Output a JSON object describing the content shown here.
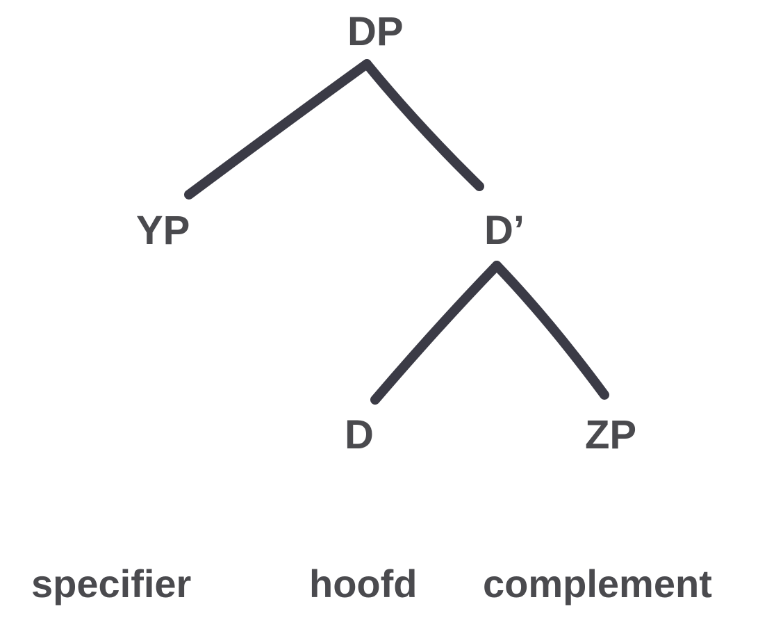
{
  "tree": {
    "nodes": {
      "root": "DP",
      "specifier": "YP",
      "bar": "D’",
      "head": "D",
      "complement": "ZP"
    },
    "roles": {
      "specifier": "specifier",
      "head": "hoofd",
      "complement": "complement"
    },
    "edges": [
      [
        "DP",
        "YP"
      ],
      [
        "DP",
        "D’"
      ],
      [
        "D’",
        "D"
      ],
      [
        "D’",
        "ZP"
      ]
    ],
    "colors": {
      "text": "#4a4a4e",
      "line": "#3b3b46"
    }
  }
}
